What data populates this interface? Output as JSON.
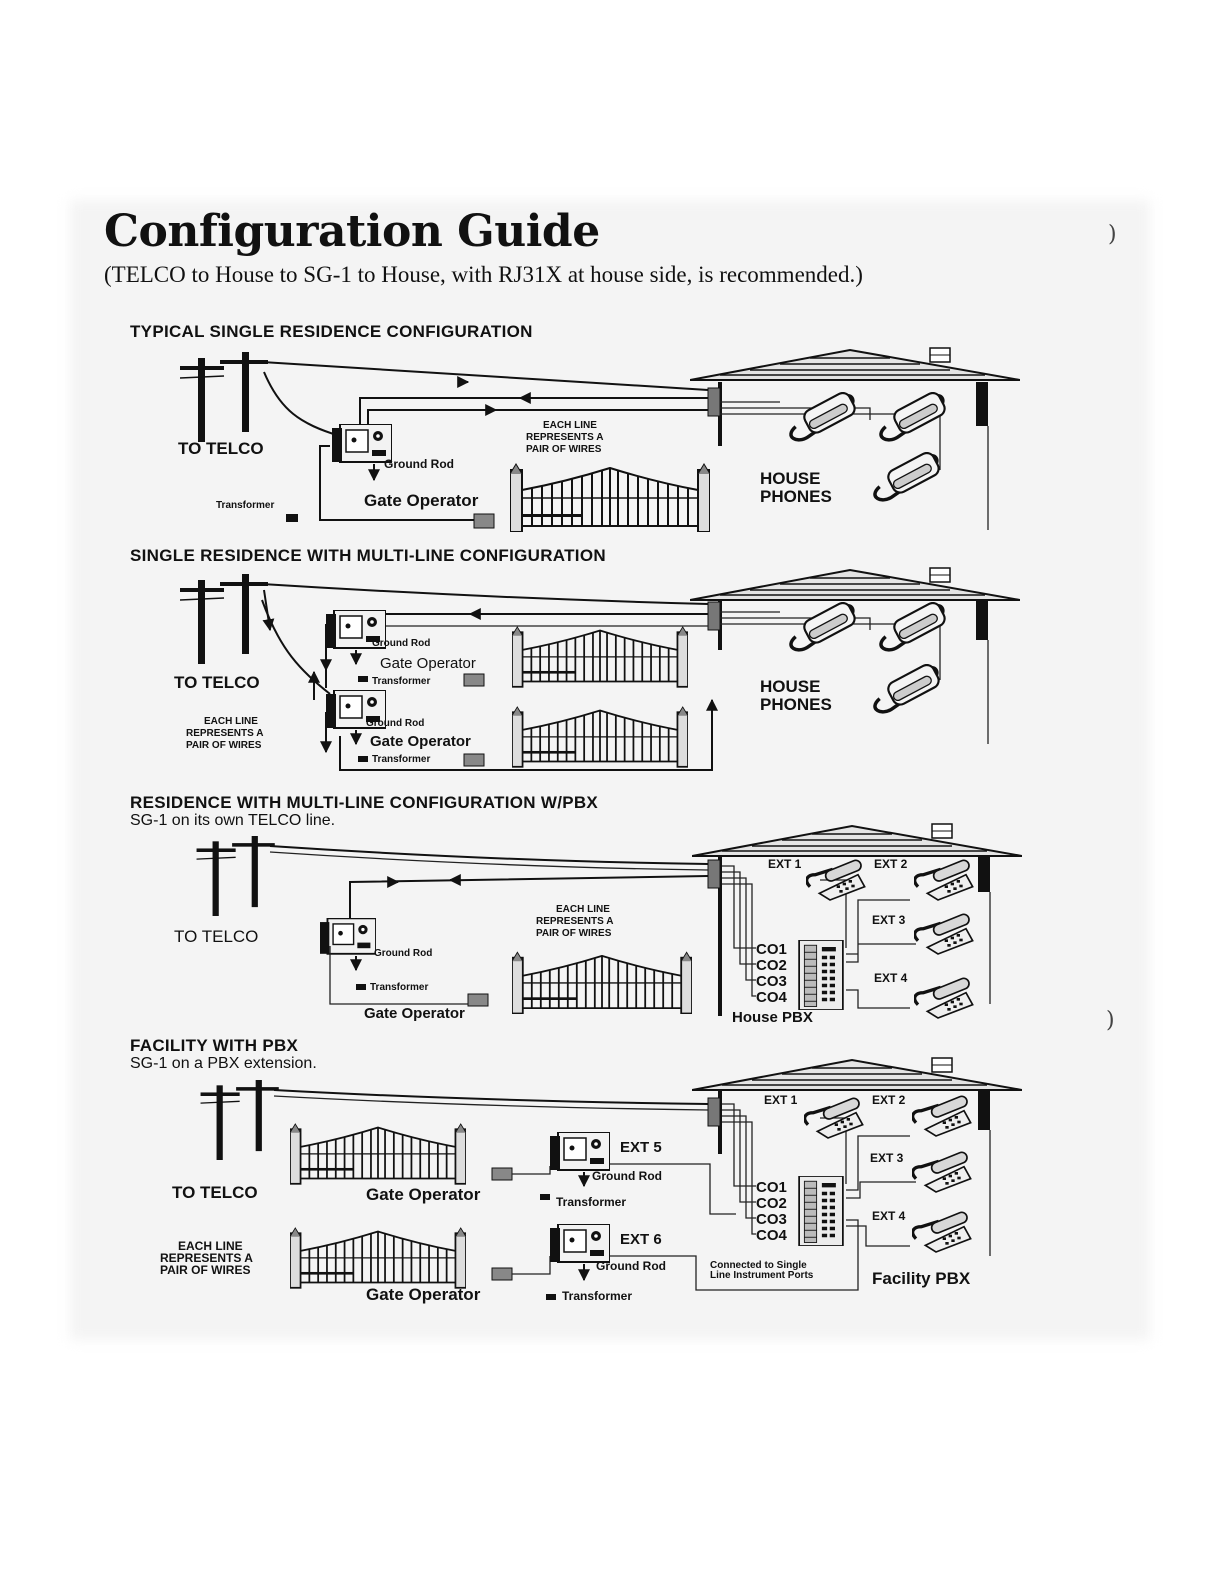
{
  "header": {
    "title": "Configuration Guide",
    "subtitle": "(TELCO to House to SG-1 to House, with RJ31X at house side, is recommended.)"
  },
  "common": {
    "to_telco": "TO TELCO",
    "ground_rod": "Ground Rod",
    "gate_operator": "Gate Operator",
    "transformer": "Transformer",
    "house_phones_line1": "HOUSE",
    "house_phones_line2": "PHONES",
    "each_line_1": "EACH LINE",
    "each_line_2": "REPRESENTS A",
    "each_line_3": "PAIR OF WIRES"
  },
  "sections": [
    {
      "heading": "TYPICAL SINGLE RESIDENCE  CONFIGURATION"
    },
    {
      "heading": "SINGLE RESIDENCE  WITH MULTI-LINE CONFIGURATION"
    },
    {
      "heading": "RESIDENCE  WITH MULTI-LINE CONFIGURATION W/PBX",
      "note": "SG-1 on its own TELCO line."
    },
    {
      "heading": "FACILITY WITH PBX",
      "note": "SG-1 on  a PBX extension."
    }
  ],
  "pbx": {
    "ext1": "EXT 1",
    "ext2": "EXT 2",
    "ext3": "EXT 3",
    "ext4": "EXT 4",
    "ext5": "EXT 5",
    "ext6": "EXT 6",
    "co1": "CO1",
    "co2": "CO2",
    "co3": "CO3",
    "co4": "CO4",
    "house_pbx": "House PBX",
    "facility_pbx": "Facility PBX",
    "connected_1": "Connected to Single",
    "connected_2": "Line Instrument Ports"
  }
}
